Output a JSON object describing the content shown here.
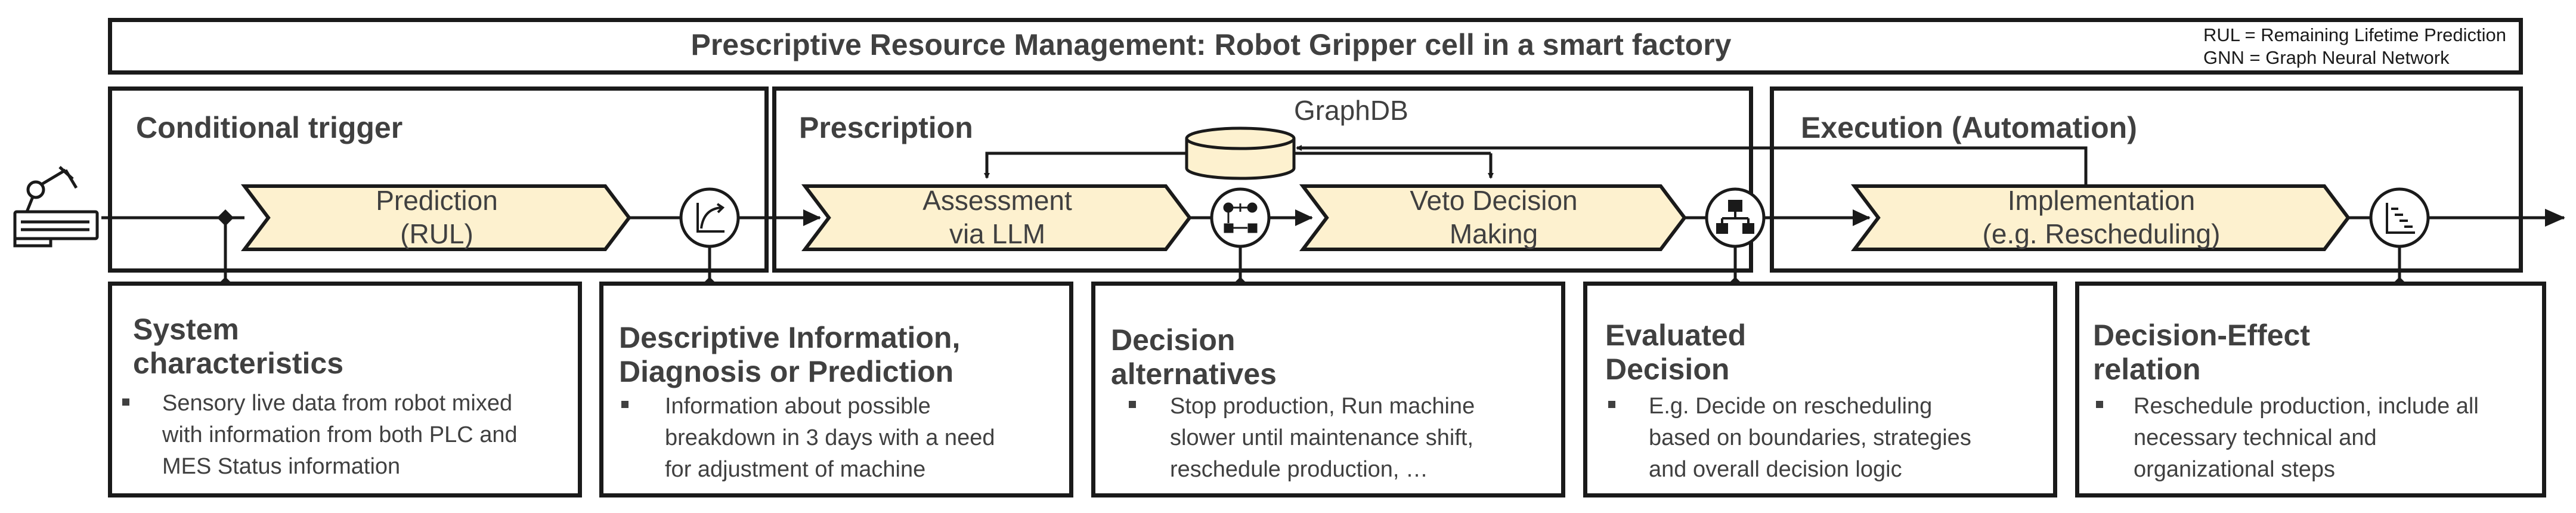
{
  "header": {
    "title": "Prescriptive Resource Management: Robot Gripper cell in a smart factory",
    "legend": [
      "RUL = Remaining Lifetime Prediction",
      "GNN = Graph Neural Network"
    ]
  },
  "sections": {
    "trigger": "Conditional trigger",
    "prescription": "Prescription",
    "execution": "Execution (Automation)"
  },
  "database": {
    "label": "GraphDB"
  },
  "steps": [
    {
      "line1": "Prediction",
      "line2": "(RUL)"
    },
    {
      "line1": "Assessment",
      "line2": "via LLM"
    },
    {
      "line1": "Veto Decision",
      "line2": "Making"
    },
    {
      "line1": "Implementation",
      "line2": "(e.g. Rescheduling)"
    }
  ],
  "icons": [
    "robot-arm-icon",
    "trend-chart-icon",
    "decision-alternatives-icon",
    "hierarchy-icon",
    "gantt-schedule-icon",
    "database-icon"
  ],
  "cards": [
    {
      "title_line1": "System",
      "title_line2": "characteristics",
      "body": [
        "Sensory live data from robot mixed",
        "with information from both PLC and",
        "MES Status information"
      ]
    },
    {
      "title_line1": "Descriptive Information,",
      "title_line2": "Diagnosis or Prediction",
      "body": [
        "Information about possible",
        "breakdown in 3 days with a need",
        "for adjustment of machine"
      ]
    },
    {
      "title_line1": "Decision",
      "title_line2": "alternatives",
      "body": [
        "Stop production, Run machine",
        "slower until maintenance shift,",
        "reschedule production, …"
      ]
    },
    {
      "title_line1": "Evaluated",
      "title_line2": "Decision",
      "body": [
        "E.g. Decide on rescheduling",
        "based on boundaries, strategies",
        "and overall decision logic"
      ]
    },
    {
      "title_line1": "Decision-Effect",
      "title_line2": "relation",
      "body": [
        "Reschedule production, include all",
        "necessary technical and",
        "organizational steps"
      ]
    }
  ],
  "colors": {
    "chevron_fill": "#fdf1cf",
    "stroke": "#1a1a1a",
    "text": "#404040"
  }
}
